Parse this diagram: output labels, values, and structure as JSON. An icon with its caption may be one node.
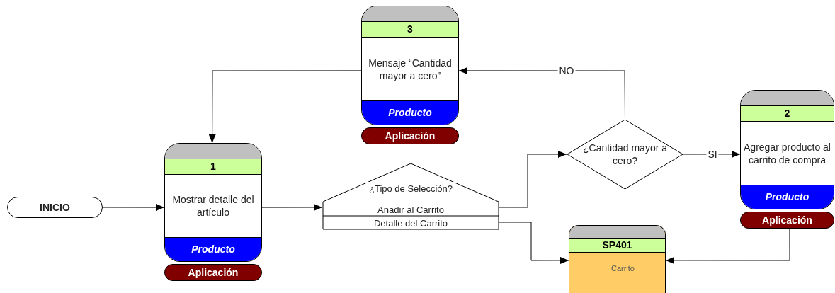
{
  "diagram": {
    "nodes": [
      {
        "text": [
          "INICIO"
        ]
      },
      {
        "text": [
          "1",
          "Mostrar detalle del artículo",
          "Producto"
        ],
        "beside": [
          "Aplicación"
        ]
      },
      {
        "text": [
          "¿Tipo de Selección?",
          "Añadir al Carrito",
          "Detalle del Carrito"
        ]
      },
      {
        "text": [
          "3",
          "Mensaje “Cantidad mayor a cero”",
          "Producto"
        ],
        "beside": [
          "Aplicación"
        ]
      },
      {
        "text": [
          "¿Cantidad mayor a cero?"
        ]
      },
      {
        "text": [
          "2",
          "Agregar producto al carrito de compra",
          "Producto"
        ],
        "beside": [
          "Aplicación"
        ]
      },
      {
        "text": [
          "SP401",
          "Carrito"
        ]
      }
    ],
    "edges": [
      {
        "from": 0,
        "to": 1,
        "arrow": "to"
      },
      {
        "from": 1,
        "to": 2,
        "arrow": "to"
      },
      {
        "from": 2,
        "to": 4,
        "arrow": "to"
      },
      {
        "from": 2,
        "to": 6,
        "arrow": "to"
      },
      {
        "from": 4,
        "to": 5,
        "arrow": "to",
        "label": "SI"
      },
      {
        "from": 4,
        "to": 3,
        "arrow": "to",
        "label": "NO"
      },
      {
        "from": 3,
        "to": 1,
        "arrow": "to"
      },
      {
        "from": 5,
        "to": 6,
        "arrow": "to"
      }
    ]
  }
}
